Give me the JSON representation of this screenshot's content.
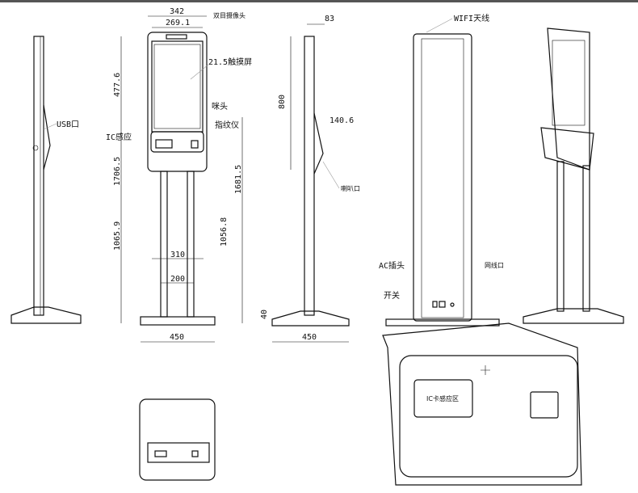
{
  "dimensions": {
    "total_width": "342",
    "screen_width": "269.1",
    "screen_height": "477.6",
    "total_height": "1706.5",
    "lower_height": "1065.9",
    "height_alt": "1681.5",
    "lower_height_alt": "1056.8",
    "pillar_outer": "310",
    "pillar_inner": "200",
    "base_width_front": "450",
    "base_width_side": "450",
    "base_height": "40",
    "depth": "83",
    "head_height": "800",
    "head_depth": "140.6"
  },
  "labels": {
    "camera": "双目摄像头",
    "touchscreen": "21.5触摸屏",
    "microphone": "咪头",
    "fingerprint": "指纹仪",
    "ic_sensor": "IC感应",
    "usb": "USB口",
    "speaker": "喇叭口",
    "wifi": "WIFI天线",
    "ac_plug": "AC插头",
    "switch": "开关",
    "network": "网线口",
    "ic_card_area": "IC卡感应区"
  }
}
